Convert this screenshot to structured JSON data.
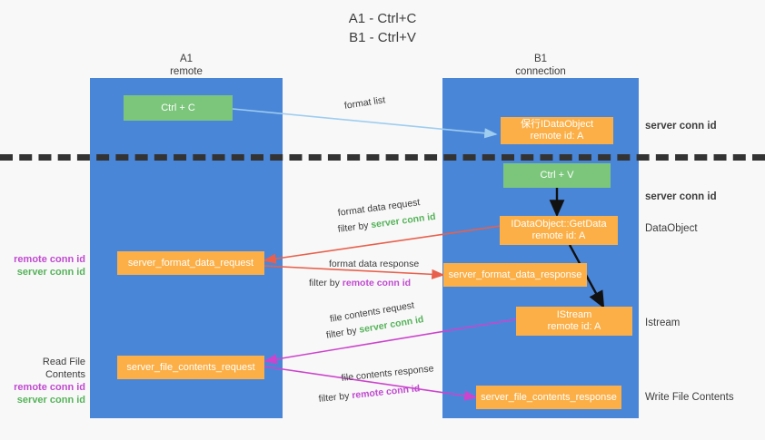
{
  "title": {
    "line1": "A1 - Ctrl+C",
    "line2": "B1 - Ctrl+V"
  },
  "columns": {
    "left": {
      "name": "A1",
      "sub": "remote"
    },
    "right": {
      "name": "B1",
      "sub": "connection"
    }
  },
  "colors": {
    "lane": "#4a86d8",
    "green_box": "#7cc67c",
    "orange_box": "#fbaf46",
    "server_conn_id": "#56b35a",
    "remote_conn_id": "#c04ad0",
    "divider": "#333333",
    "arrow_blue": "#9ecdf0",
    "arrow_red": "#e8604c",
    "arrow_magenta": "#cc44cc",
    "arrow_black": "#111111"
  },
  "boxes": {
    "ctrl_c": "Ctrl + C",
    "ctrl_v": "Ctrl + V",
    "idataobject": {
      "l1": "保行IDataObject",
      "l2": "remote id: A"
    },
    "getdata": {
      "l1": "IDataObject::GetData",
      "l2": "remote id: A"
    },
    "istream": {
      "l1": "IStream",
      "l2": "remote id: A"
    },
    "server_format_data_request": "server_format_data_request",
    "server_format_data_response": "server_format_data_response",
    "server_file_contents_request": "server_file_contents_request",
    "server_file_contents_response": "server_file_contents_response"
  },
  "arrow_labels": {
    "format_list": "format list",
    "format_data_request": "format data request",
    "format_data_request_filter_prefix": "filter by ",
    "format_data_request_filter_value": "server conn id",
    "format_data_response": "format data response",
    "format_data_response_filter_prefix": "filter by ",
    "format_data_response_filter_value": "remote conn id",
    "file_contents_request": "file contents request",
    "file_contents_request_filter_prefix": "filter by ",
    "file_contents_request_filter_value": "server conn id",
    "file_contents_response": "file contents response",
    "file_contents_response_filter_prefix": "filter by ",
    "file_contents_response_filter_value": "remote conn id"
  },
  "right_labels": {
    "server_conn_id_top": "server conn id",
    "server_conn_id_mid": "server conn id",
    "dataobject": "DataObject",
    "istream": "Istream",
    "write_file_contents": "Write File Contents"
  },
  "left_labels": {
    "group1_remote": "remote conn id",
    "group1_server": "server conn id",
    "read_file_contents": "Read File Contents",
    "group2_remote": "remote conn id",
    "group2_server": "server conn id"
  }
}
